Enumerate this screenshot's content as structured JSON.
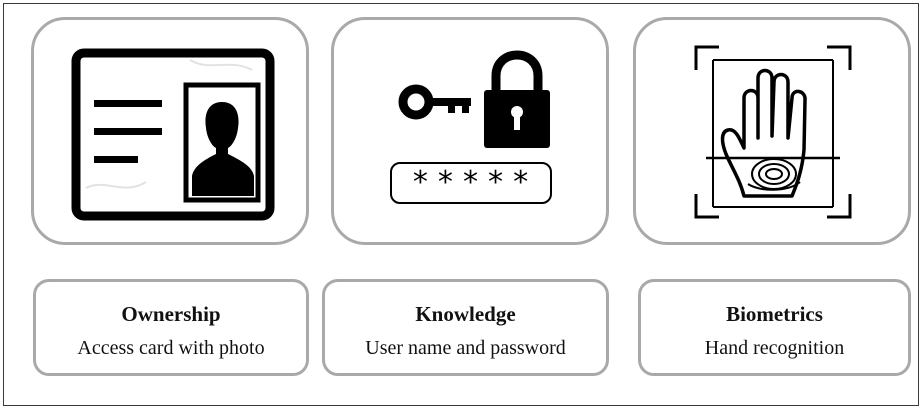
{
  "cards": [
    {
      "icon": "id-card-icon",
      "title": "Ownership",
      "subtitle": "Access card with photo"
    },
    {
      "icon": "key-lock-password-icon",
      "title": "Knowledge",
      "subtitle": "User name and password",
      "password_mask": "*****"
    },
    {
      "icon": "hand-scan-icon",
      "title": "Biometrics",
      "subtitle": "Hand recognition"
    }
  ],
  "colors": {
    "border": "#a9a9a9",
    "icon": "#000000",
    "text": "#111111"
  }
}
